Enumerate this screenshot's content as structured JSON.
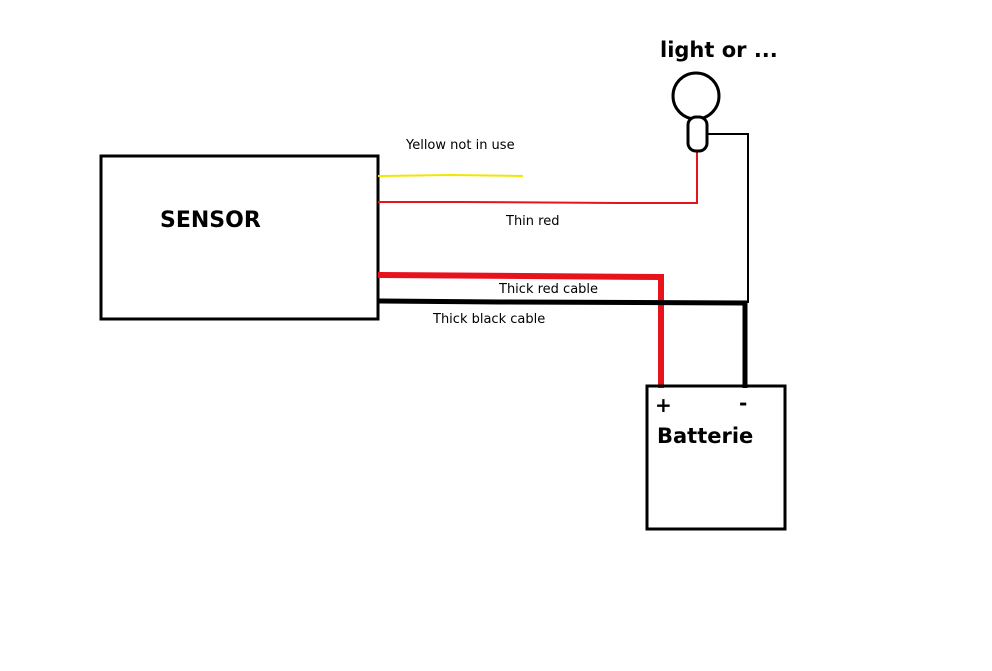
{
  "labels": {
    "sensor": "SENSOR",
    "light": "light or ...",
    "battery": "Batterie",
    "battery_plus": "+",
    "battery_minus": "-",
    "yellow_wire": "Yellow not in use",
    "thin_red_wire": "Thin red",
    "thick_red_wire": "Thick red cable",
    "thick_black_wire": "Thick black cable"
  },
  "colors": {
    "yellow_wire": "#f2e600",
    "red_wire": "#e8121c",
    "black_wire": "#000000",
    "outline": "#000000",
    "background": "#ffffff"
  }
}
